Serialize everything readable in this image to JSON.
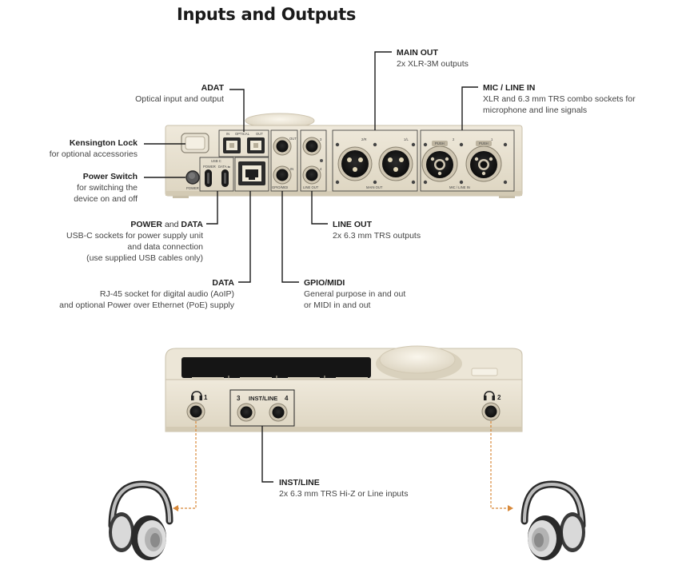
{
  "title": "Inputs and Outputs",
  "callouts": {
    "adat": {
      "heading": "ADAT",
      "desc": [
        "Optical input and output"
      ]
    },
    "main_out": {
      "heading": "MAIN OUT",
      "desc": [
        "2x XLR-3M outputs"
      ]
    },
    "mic_line_in": {
      "heading": "MIC / LINE IN",
      "desc": [
        "XLR and 6.3 mm TRS combo sockets for",
        "microphone and line signals"
      ]
    },
    "kensington": {
      "heading": "Kensington Lock",
      "desc": [
        "for optional accessories"
      ]
    },
    "power_switch": {
      "heading": "Power Switch",
      "desc": [
        "for switching the",
        "device on and off"
      ]
    },
    "power_data": {
      "heading_a": "POWER",
      "heading_and": "and",
      "heading_b": "DATA",
      "desc": [
        "USB-C sockets for power supply unit",
        "and data connection",
        "(use supplied USB cables only)"
      ]
    },
    "data": {
      "heading": "DATA",
      "desc": [
        "RJ-45 socket for digital audio (AoIP)",
        "and optional Power over Ethernet (PoE) supply"
      ]
    },
    "line_out": {
      "heading": "LINE OUT",
      "desc": [
        "2x 6.3 mm TRS outputs"
      ]
    },
    "gpio_midi": {
      "heading": "GPIO/MIDI",
      "desc": [
        "General purpose in and out",
        "or MIDI in and out"
      ]
    },
    "inst_line": {
      "heading": "INST/LINE",
      "desc": [
        "2x 6.3 mm TRS Hi-Z or Line inputs"
      ]
    }
  },
  "rear_panel": {
    "power": "POWER",
    "usb_c": "USB C",
    "usb_power": "POWER",
    "usb_data": "DATA ⇆",
    "optical_in": "IN",
    "optical": "OPTICAL",
    "optical_out": "OUT",
    "gpio_out": "OUT",
    "gpio_in": "IN",
    "gpio_label": "GPIO/MIDI",
    "line_out_label": "LINE OUT",
    "line_out_3": "3",
    "line_out_4": "4",
    "main_out_label": "MAIN OUT",
    "main_r": "2/R",
    "main_l": "1/L",
    "mic_label": "MIC / LINE IN",
    "mic_2": "2",
    "mic_1": "1",
    "push": "PUSH"
  },
  "front_panel": {
    "hp1": "1",
    "hp2": "2",
    "inst_3": "3",
    "inst_line": "INST/LINE",
    "inst_4": "4"
  },
  "colors": {
    "device_body": "#e8e1d1",
    "device_edge": "#c9c0ab",
    "leader_line": "#1a1a1a",
    "headphone_arrow": "#d8893a"
  }
}
